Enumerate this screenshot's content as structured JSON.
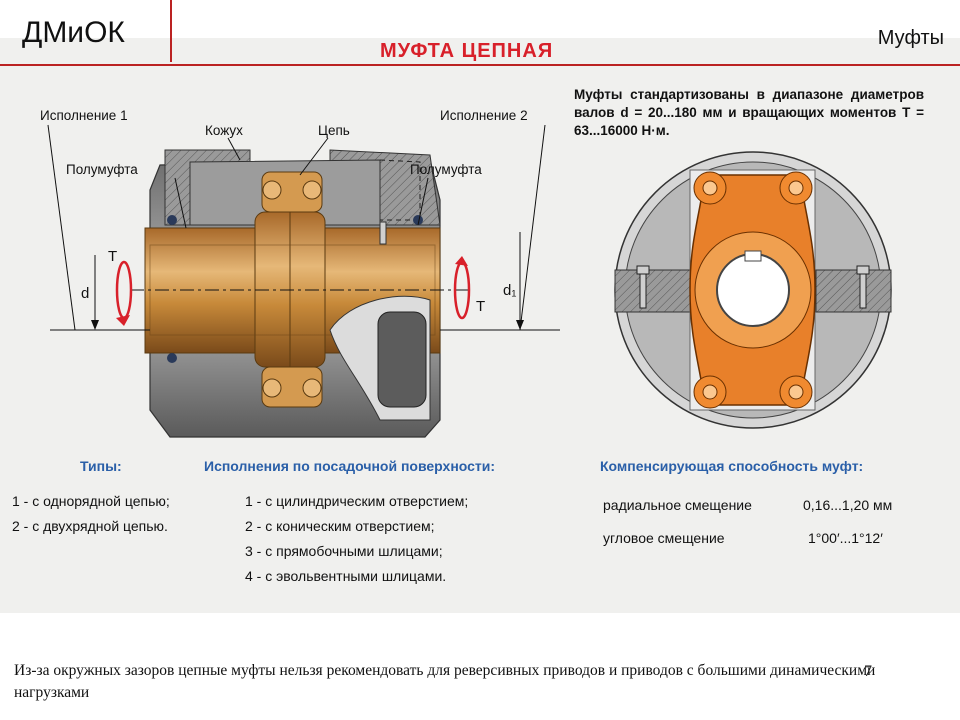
{
  "header": {
    "title": "ДМиОК",
    "topic": "Муфты"
  },
  "slide": {
    "title": "МУФТА ЦЕПНАЯ",
    "labels": {
      "variant1": "Исполнение 1",
      "variant2": "Исполнение 2",
      "casing": "Кожух",
      "chain": "Цепь",
      "half_left": "Полумуфта",
      "half_right": "Полумуфта",
      "torque_left": "T",
      "torque_right": "T",
      "dim_d": "d",
      "dim_d1": "d₁"
    },
    "standard_note": "Муфты стандартизованы в диапазоне диаметров валов d = 20...180 мм и вращающих моментов T = 63...16000 Н·м.",
    "types": {
      "heading": "Типы:",
      "items": [
        "1 - с однорядной цепью;",
        "2 - с двухрядной цепью."
      ]
    },
    "variants": {
      "heading": "Исполнения по посадочной поверхности:",
      "items": [
        "1 - с цилиндрическим отверстием;",
        "2 - с коническим отверстием;",
        "3 - с прямобочными шлицами;",
        "4 - с эвольвентными шлицами."
      ]
    },
    "compensation": {
      "heading": "Компенсирующая способность муфт:",
      "radial_label": "радиальное смещение",
      "radial_value": "0,16...1,20 мм",
      "angular_label": "угловое смещение",
      "angular_value": "1°00′...1°12′"
    }
  },
  "footer": {
    "text": "Из-за окружных зазоров цепные муфты нельзя рекомендовать для реверсивных приводов и приводов с большими динамическими нагрузками",
    "page": "7"
  },
  "colors": {
    "accent_red": "#d8202a",
    "heading_blue": "#2a5fa8",
    "bronze": "#c88a3a",
    "orange_chain": "#e8802a",
    "casing_gray": "#8a8a8a"
  }
}
